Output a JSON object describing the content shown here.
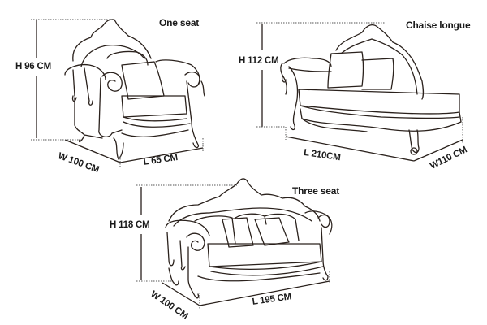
{
  "diagram": {
    "colors": {
      "line": "#2a211c",
      "dotted": "#555555",
      "text": "#1a1a1a",
      "background": "#ffffff"
    },
    "pieces": [
      {
        "title": "One seat",
        "height": "H 96 CM",
        "width": "W 100 CM",
        "length": "L 65 CM"
      },
      {
        "title": "Chaise longue",
        "height": "H 112 CM",
        "width": "W110 CM",
        "length": "L 210CM"
      },
      {
        "title": "Three seat",
        "height": "H 118 CM",
        "width": "W 100 CM",
        "length": "L 195 CM"
      }
    ]
  }
}
